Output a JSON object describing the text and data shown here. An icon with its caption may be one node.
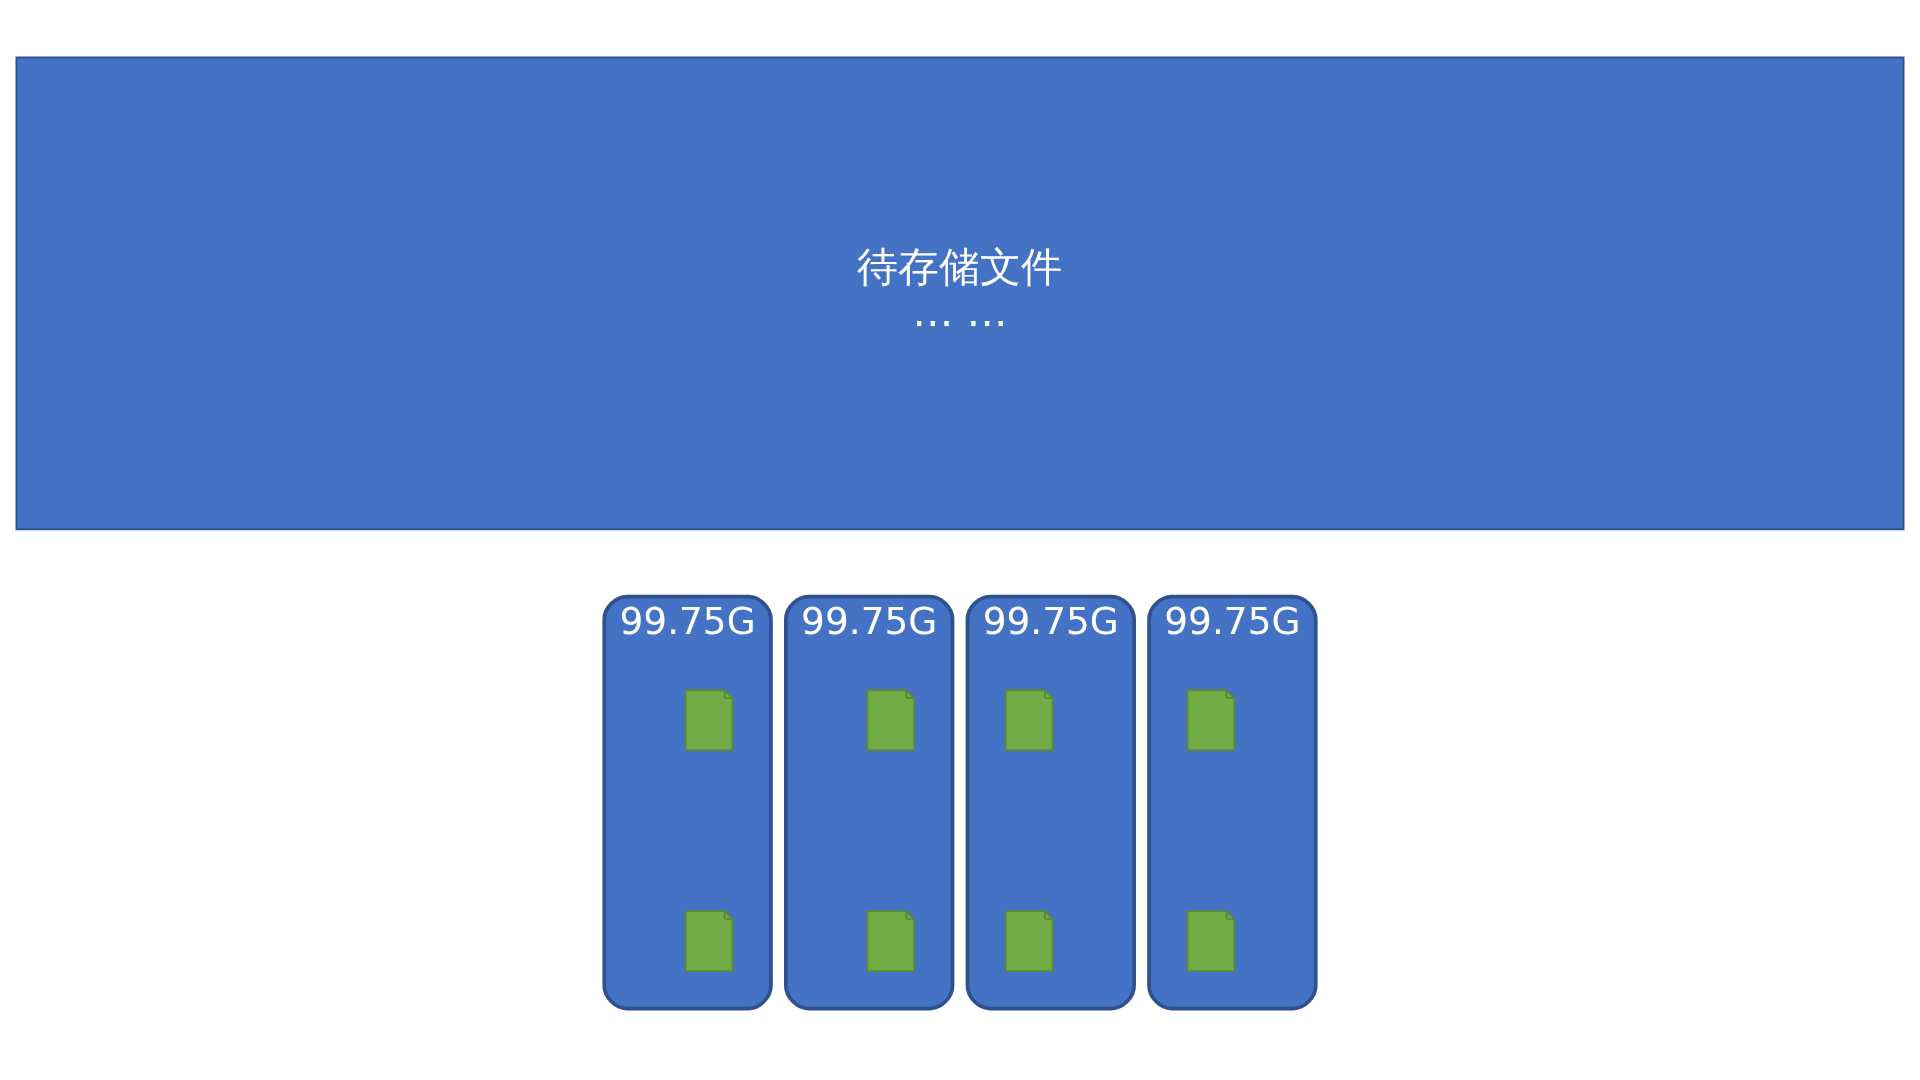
{
  "diagram": {
    "nodes": [
      {
        "text": [
          "待存储文件",
          "… …"
        ]
      },
      {
        "text": [
          "99.75G"
        ]
      },
      {
        "text": [],
        "shape": "box",
        "in": 1
      },
      {
        "text": [],
        "shape": "box",
        "in": 1
      },
      {
        "text": [
          "99.75G"
        ]
      },
      {
        "text": [],
        "shape": "box",
        "in": 4
      },
      {
        "text": [],
        "shape": "box",
        "in": 4
      },
      {
        "text": [
          "99.75G"
        ]
      },
      {
        "text": [],
        "shape": "box",
        "in": 7
      },
      {
        "text": [],
        "shape": "box",
        "in": 7
      },
      {
        "text": [
          "99.75G"
        ]
      },
      {
        "text": [],
        "shape": "box",
        "in": 10
      },
      {
        "text": [],
        "shape": "box",
        "in": 10
      }
    ],
    "edges": []
  }
}
